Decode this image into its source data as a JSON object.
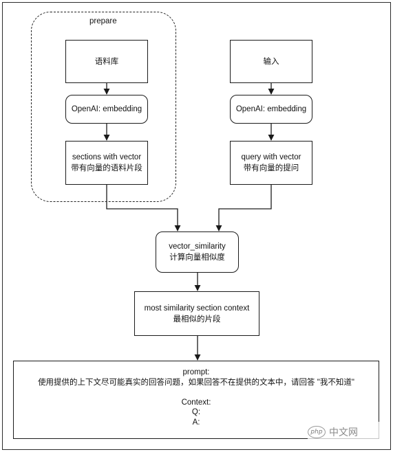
{
  "prepare_group": {
    "label": "prepare"
  },
  "nodes": {
    "corpus": {
      "lines": [
        "语料库"
      ]
    },
    "input": {
      "lines": [
        "输入"
      ]
    },
    "embed_left": {
      "lines": [
        "OpenAI: embedding"
      ]
    },
    "embed_right": {
      "lines": [
        "OpenAI: embedding"
      ]
    },
    "sections": {
      "lines": [
        "sections with vector",
        "带有向量的语料片段"
      ]
    },
    "query": {
      "lines": [
        "query with vector",
        "带有向量的提问"
      ]
    },
    "similarity": {
      "lines": [
        "vector_similarity",
        "计算向量相似度"
      ]
    },
    "context": {
      "lines": [
        "most similarity section context",
        "最相似的片段"
      ]
    },
    "prompt": {
      "lines": [
        "prompt:",
        "使用提供的上下文尽可能真实的回答问题，如果回答不在提供的文本中，请回答 \"我不知道\"",
        "",
        "Context:",
        "Q:",
        "A:"
      ]
    }
  },
  "watermark": {
    "logo": "php",
    "text": "中文网"
  },
  "colors": {
    "stroke": "#1a1a1a",
    "background": "#ffffff"
  }
}
